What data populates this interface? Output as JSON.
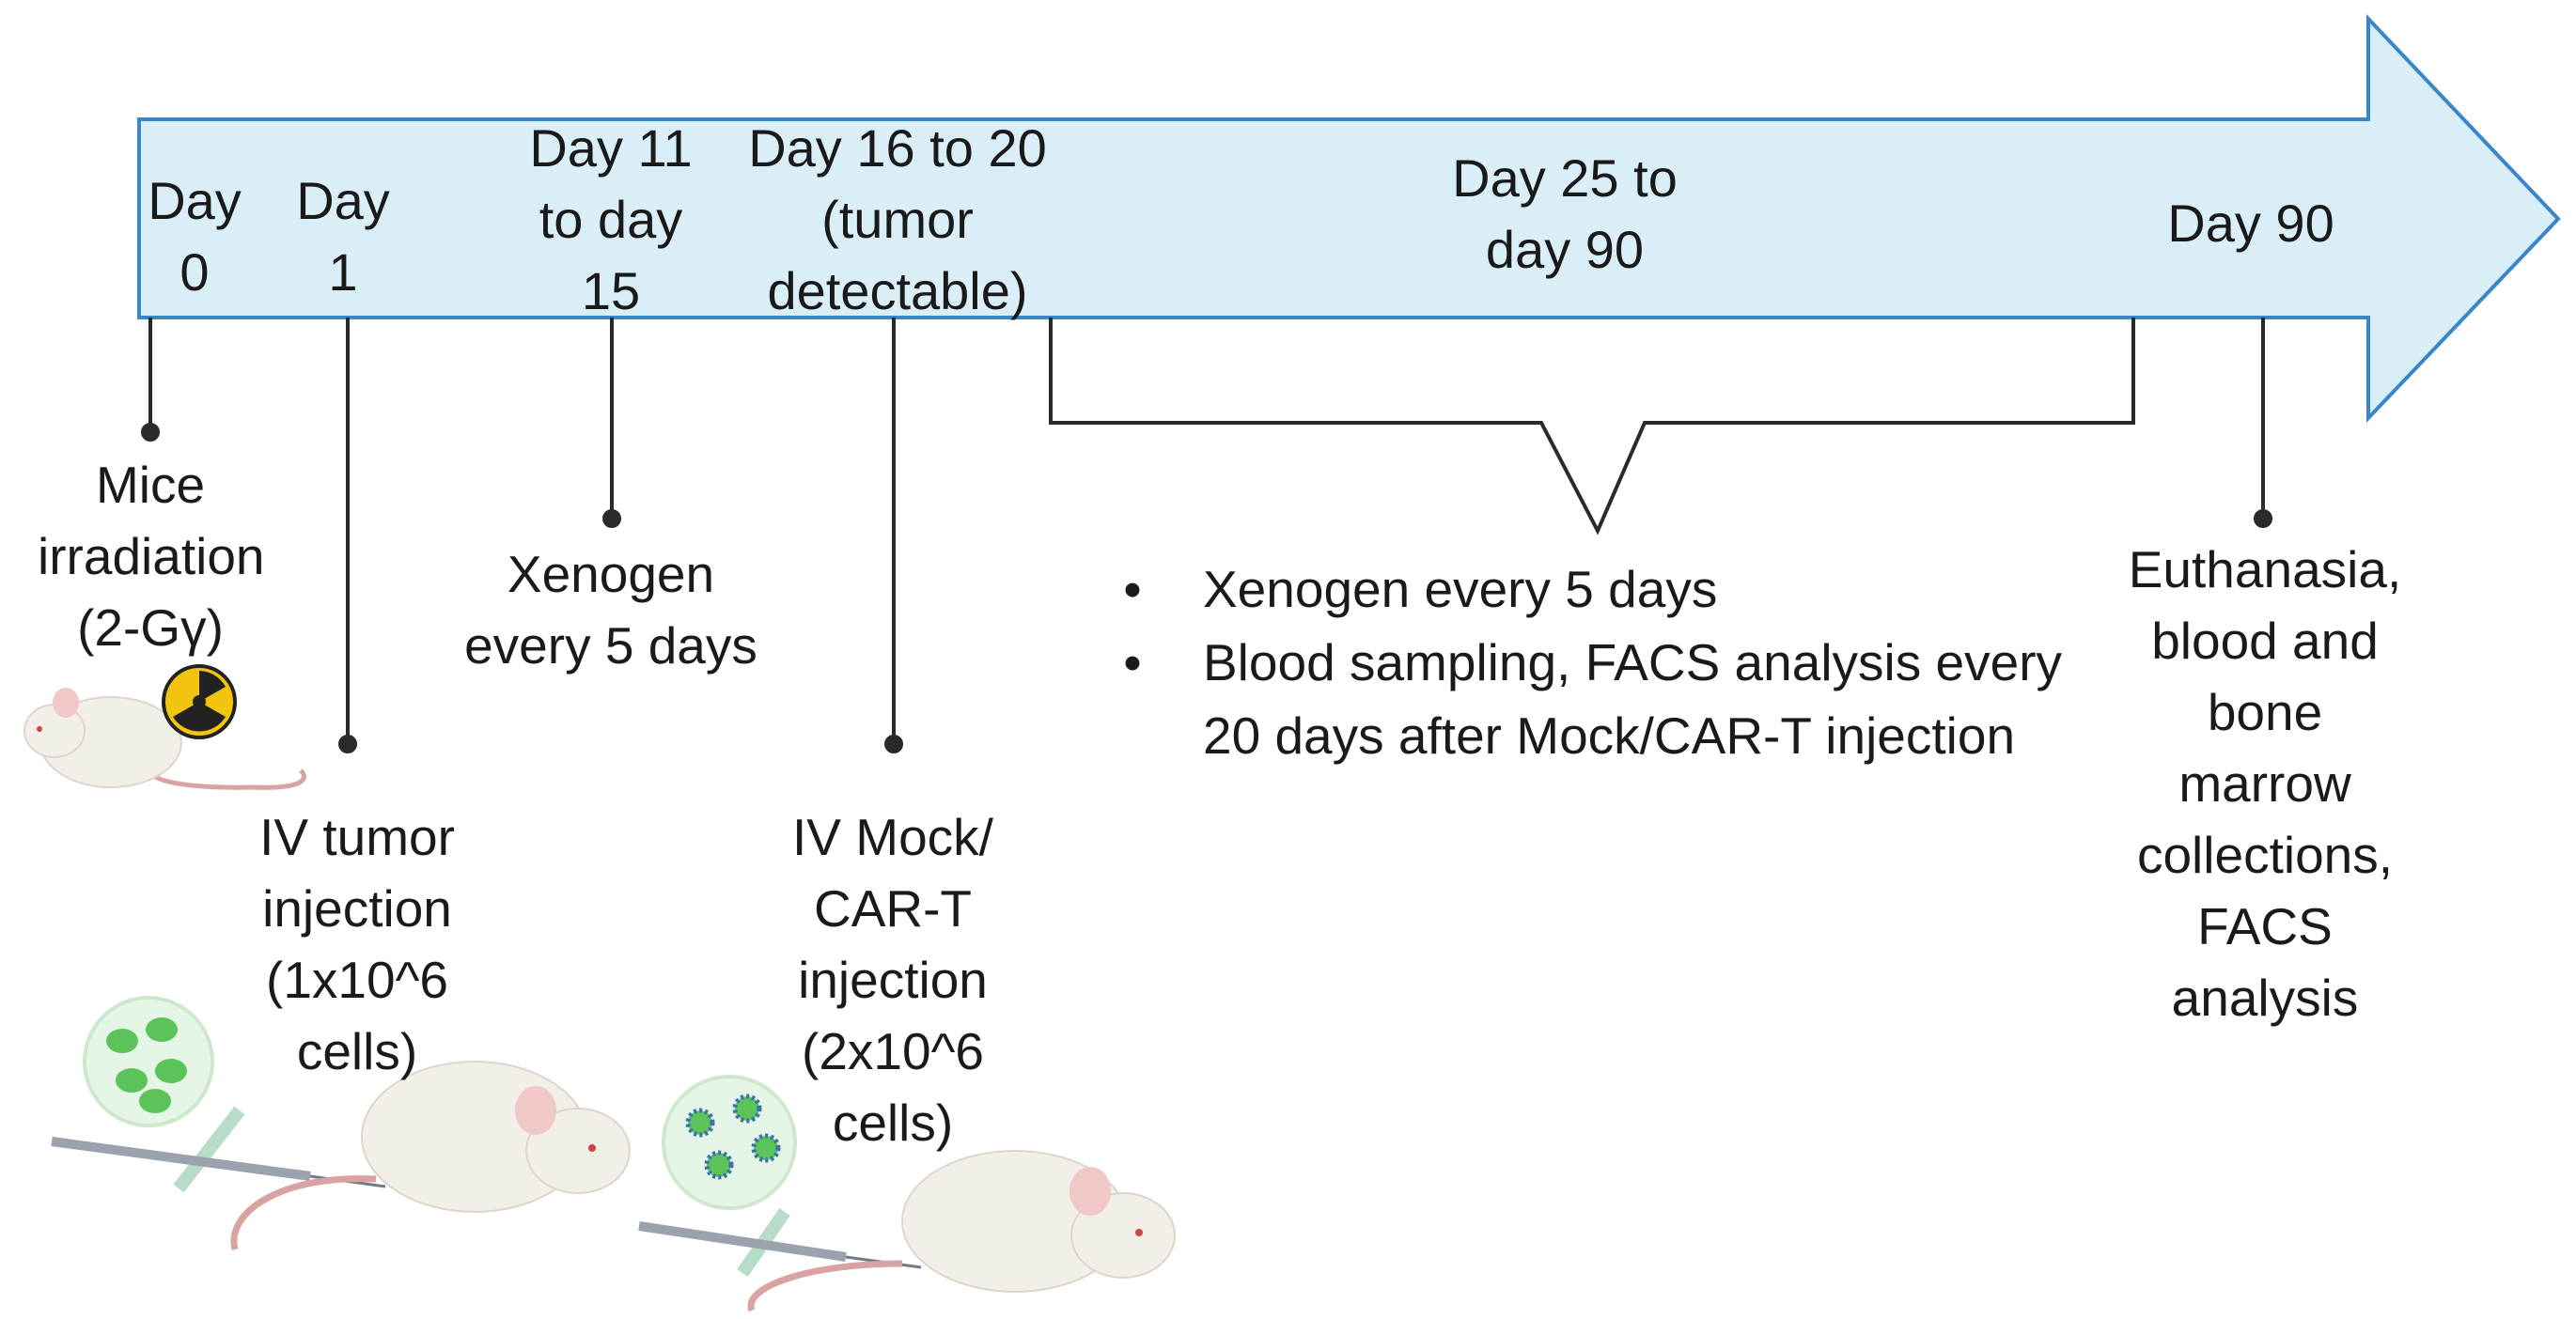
{
  "timeline": {
    "days": [
      {
        "id": "day0",
        "text": "Day\n0"
      },
      {
        "id": "day1",
        "text": "Day\n1"
      },
      {
        "id": "day11",
        "text": "Day 11\nto day\n15"
      },
      {
        "id": "day16",
        "text": "Day 16 to 20\n(tumor\ndetectable)"
      },
      {
        "id": "day25",
        "text": "Day 25 to\nday 90"
      },
      {
        "id": "day90",
        "text": "Day 90"
      }
    ],
    "events": [
      {
        "id": "irradiation",
        "text": "Mice\nirradiation\n(2-Gγ)"
      },
      {
        "id": "tumor",
        "text": "IV tumor\ninjection\n(1x10^6\ncells)"
      },
      {
        "id": "xenogen1",
        "text": "Xenogen\nevery 5 days"
      },
      {
        "id": "cart",
        "text": "IV Mock/\nCAR-T\ninjection\n(2x10^6\ncells)"
      },
      {
        "id": "euthanasia",
        "text": "Euthanasia,\nblood and\nbone\nmarrow\ncollections,\nFACS\nanalysis"
      }
    ],
    "bullets": [
      "Xenogen every 5 days",
      "Blood sampling, FACS analysis every 20 days after Mock/CAR-T injection"
    ]
  },
  "colors": {
    "arrow_fill": "#d9eef7",
    "arrow_stroke": "#3a86c8",
    "line": "#2a2a2a",
    "cell_green": "#5cc35a",
    "radiation_yellow": "#f2c40f"
  }
}
